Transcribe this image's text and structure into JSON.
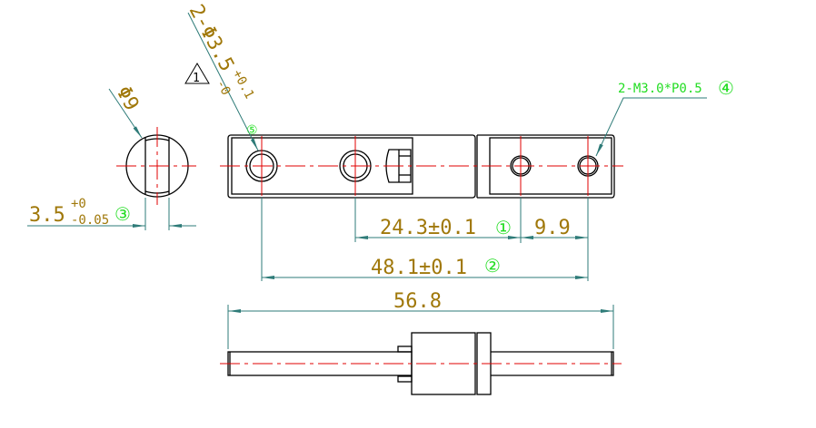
{
  "dimensions": {
    "hole_spec_main": "2-Φ3.5",
    "hole_spec_tol_upper": "+0.1",
    "hole_spec_tol_lower": "-0",
    "diameter": "Φ9",
    "flat_width": "3.5",
    "flat_tol_upper": "+0",
    "flat_tol_lower": "-0.05",
    "spacing_1": "24.3±0.1",
    "spacing_2": "9.9",
    "spacing_3": "48.1±0.1",
    "overall_length": "56.8",
    "thread_spec": "2-M3.0*P0.5"
  },
  "markers": {
    "m1": "①",
    "m2": "②",
    "m3": "③",
    "m4": "④",
    "m5": "⑤",
    "revision": "1"
  },
  "colors": {
    "outline": "#000000",
    "centerline": "#e00000",
    "dimension": "#2e7b78",
    "dim_text": "#a0780a",
    "marker": "#22dd22"
  }
}
